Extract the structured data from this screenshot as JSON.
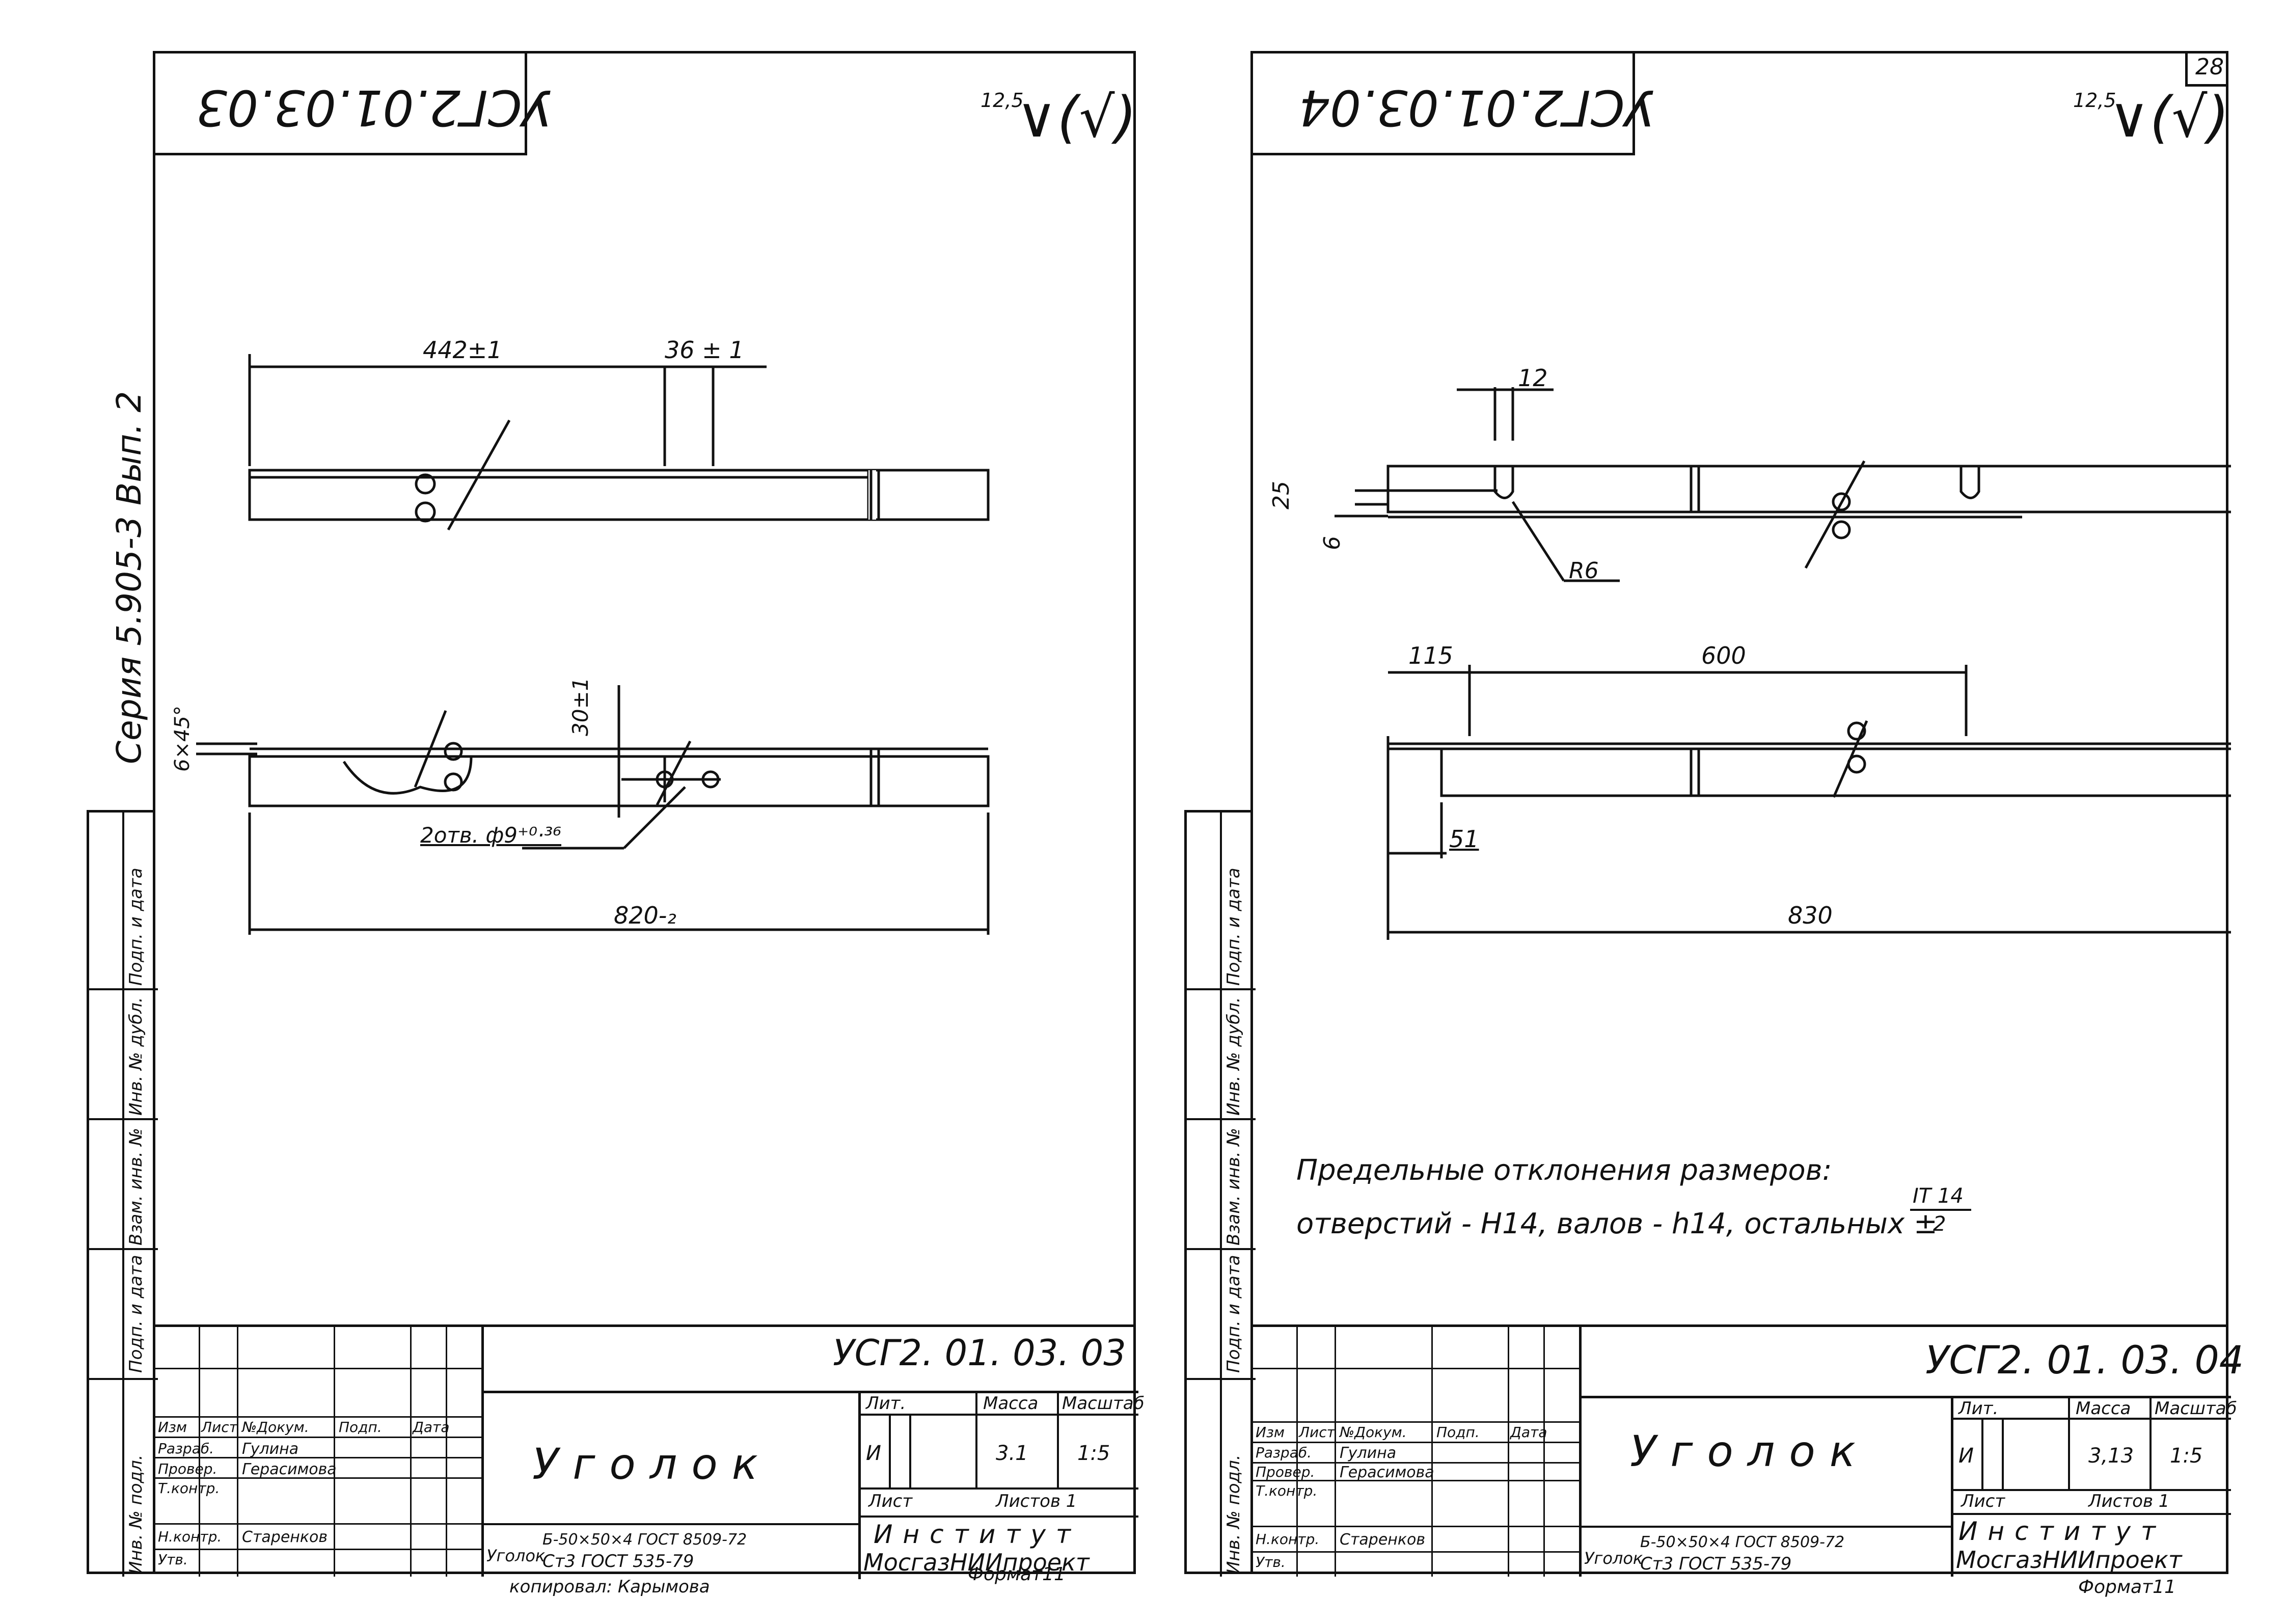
{
  "page": {
    "number": "28",
    "series": "Серия   5.905-3   Вып. 2"
  },
  "left": {
    "flipped_code": "УСГ2.01.03.03",
    "roughness": "12,5",
    "dims": {
      "d1": "442±1",
      "d2": "36 ± 1",
      "d3": "30±1",
      "d4": "6×45°",
      "d5": "820-₂",
      "holes": "2отв. ф9⁺⁰·³⁶"
    },
    "title_block": {
      "code": "УСГ2. 01. 03. 03",
      "name": "Уголок",
      "headers": [
        "Изм",
        "Лист",
        "№Докум.",
        "Подп.",
        "Дата"
      ],
      "rows": [
        {
          "role": "Разраб.",
          "person": "Гулина"
        },
        {
          "role": "Провер.",
          "person": "Герасимова"
        },
        {
          "role": "Т.контр.",
          "person": ""
        },
        {
          "role": "Н.контр.",
          "person": "Старенков"
        },
        {
          "role": "Утв.",
          "person": ""
        }
      ],
      "lit_label": "Лит.",
      "mass_label": "Масса",
      "scale_label": "Масштаб",
      "lit": "И",
      "mass": "3.1",
      "scale": "1:5",
      "sheet_label": "Лист",
      "sheets_label": "Листов 1",
      "material_label": "Уголок",
      "material_top": "Б-50×50×4 ГОСТ 8509-72",
      "material_bottom": "Ст3 ГОСТ 535-79",
      "org_line1": "Институт",
      "org_line2": "МосгазНИИпроект"
    },
    "copied": "копировал: Карымова",
    "format": "Формат11"
  },
  "right": {
    "flipped_code": "УСГ2.01.03.04",
    "roughness": "12,5",
    "dims": {
      "d1": "12",
      "d2": "25",
      "d3": "6",
      "d4": "R6",
      "d5": "115",
      "d6": "600",
      "d7": "51",
      "d8": "830"
    },
    "notes_line1": "Предельные   отклонения   размеров:",
    "notes_line2": "отверстий - H14,  валов - h14,  остальных ±",
    "notes_frac_top": "IT 14",
    "notes_frac_bottom": "2",
    "title_block": {
      "code": "УСГ2. 01. 03. 04",
      "name": "Уголок",
      "headers": [
        "Изм",
        "Лист",
        "№Докум.",
        "Подп.",
        "Дата"
      ],
      "rows": [
        {
          "role": "Разраб.",
          "person": "Гулина"
        },
        {
          "role": "Провер.",
          "person": "Герасимова"
        },
        {
          "role": "Т.контр.",
          "person": ""
        },
        {
          "role": "Н.контр.",
          "person": "Старенков"
        },
        {
          "role": "Утв.",
          "person": ""
        }
      ],
      "lit_label": "Лит.",
      "mass_label": "Масса",
      "scale_label": "Масштаб",
      "lit": "И",
      "mass": "3,13",
      "scale": "1:5",
      "sheet_label": "Лист",
      "sheets_label": "Листов 1",
      "material_label": "Уголок",
      "material_top": "Б-50×50×4 ГОСТ 8509-72",
      "material_bottom": "Ст3 ГОСТ 535-79",
      "org_line1": "Институт",
      "org_line2": "МосгазНИИпроект"
    },
    "format": "Формат11"
  },
  "side_stamp": [
    "Инв. № подл.",
    "Подп. и дата",
    "Взам. инв. №",
    "Инв. № дубл.",
    "Подп. и дата"
  ]
}
